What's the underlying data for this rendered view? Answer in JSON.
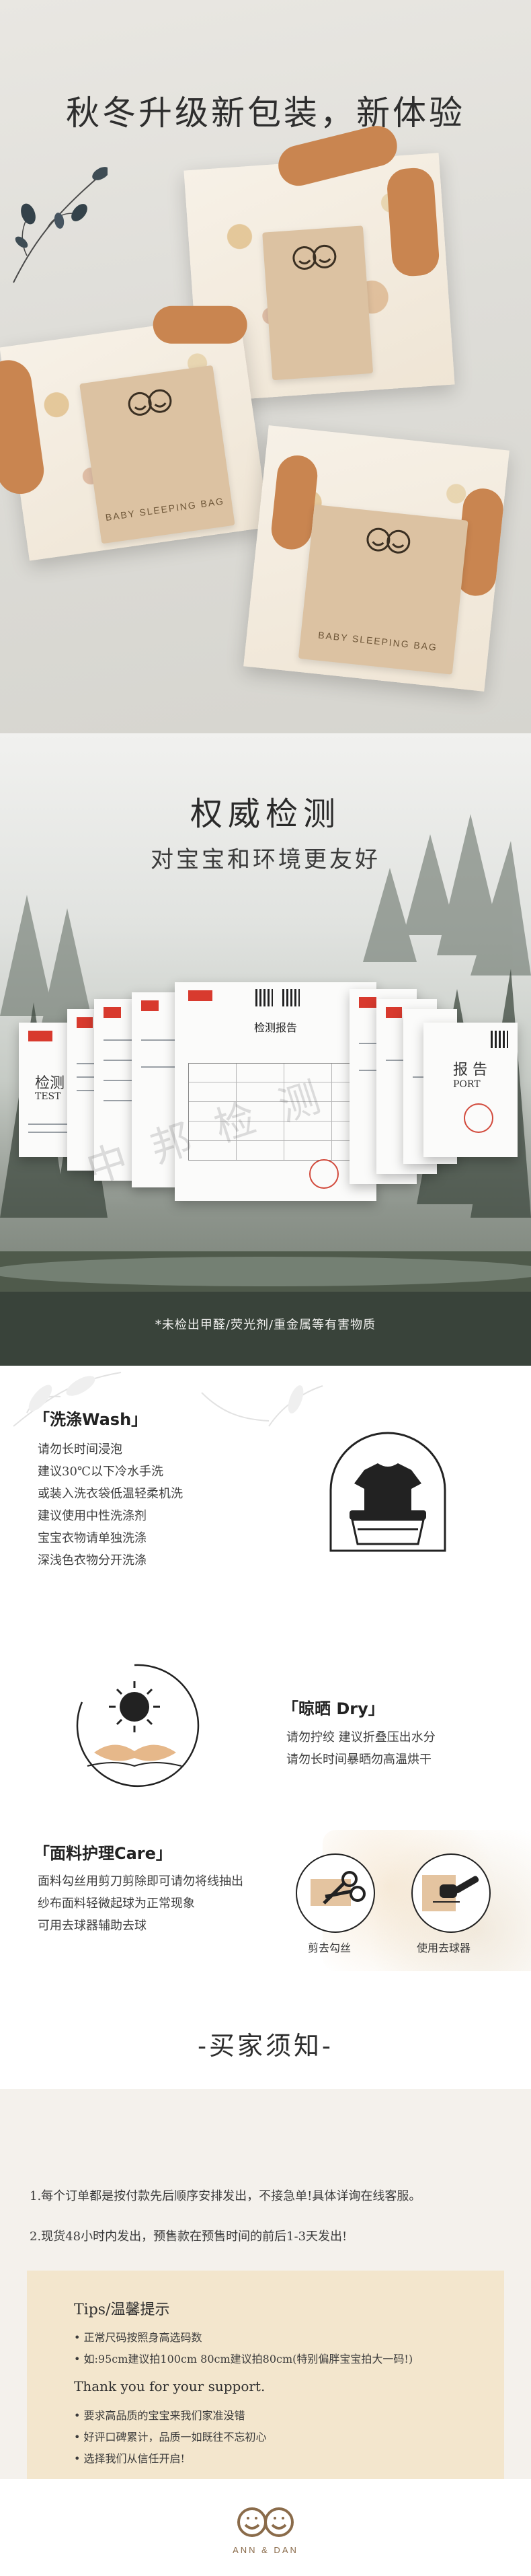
{
  "hero": {
    "title": "秋冬升级新包装，新体验",
    "package_label": "BABY SLEEPING BAG",
    "package_label_2": "BABY SLEEPING BAG",
    "logo_name": "ANN & DAN"
  },
  "inspection": {
    "title": "权威检测",
    "subtitle": "对宝宝和环境更友好",
    "doc_words": [
      "检测",
      "TEST",
      "检测报告",
      "报 告",
      "PORT"
    ],
    "watermark": "中邦检测",
    "note": "*未检出甲醛/荧光剂/重金属等有害物质"
  },
  "care": {
    "wash": {
      "title": "「洗涤Wash」",
      "lines": [
        "请勿长时间浸泡",
        "建议30℃以下冷水手洗",
        "或装入洗衣袋低温轻柔机洗",
        "建议使用中性洗涤剂",
        "宝宝衣物请单独洗涤",
        "深浅色衣物分开洗涤"
      ]
    },
    "dry": {
      "title": "「晾晒 Dry」",
      "lines": [
        "请勿拧绞  建议折叠压出水分",
        "请勿长时间暴晒勿高温烘干"
      ]
    },
    "fabric": {
      "title": "「面料护理Care」",
      "lines": [
        "面料勾丝用剪刀剪除即可请勿将线抽出",
        "纱布面料轻微起球为正常现象",
        "可用去球器辅助去球"
      ]
    },
    "cut_caption": "剪去勾丝",
    "ball_caption": "使用去球器"
  },
  "notice": {
    "title": "-买家须知-",
    "items": [
      "1.每个订单都是按付款先后顺序安排发出，不接急单!具体详询在线客服。",
      "2.现货48小时内发出，预售款在预售时间的前后1-3天发出!"
    ]
  },
  "tips": {
    "heading": "Tips/温馨提示",
    "lines_1": [
      "• 正常尺码按照身高选码数",
      "• 如:95cm建议拍100cm  80cm建议拍80cm(特别偏胖宝宝拍大一码!)"
    ],
    "thanks": "Thank you for your support.",
    "lines_2": [
      "• 要求高品质的宝宝来我们家准没错",
      "• 好评口碑累计，品质一如既往不忘初心",
      "• 选择我们从信任开启!"
    ]
  },
  "footer": {
    "brand": "ANN & DAN"
  },
  "colors": {
    "orange_sleeve": "#c98550",
    "kraft_label": "#dcc2a2",
    "tips_bg": "#f3e6cd",
    "stamp_red": "#d83a2e"
  }
}
